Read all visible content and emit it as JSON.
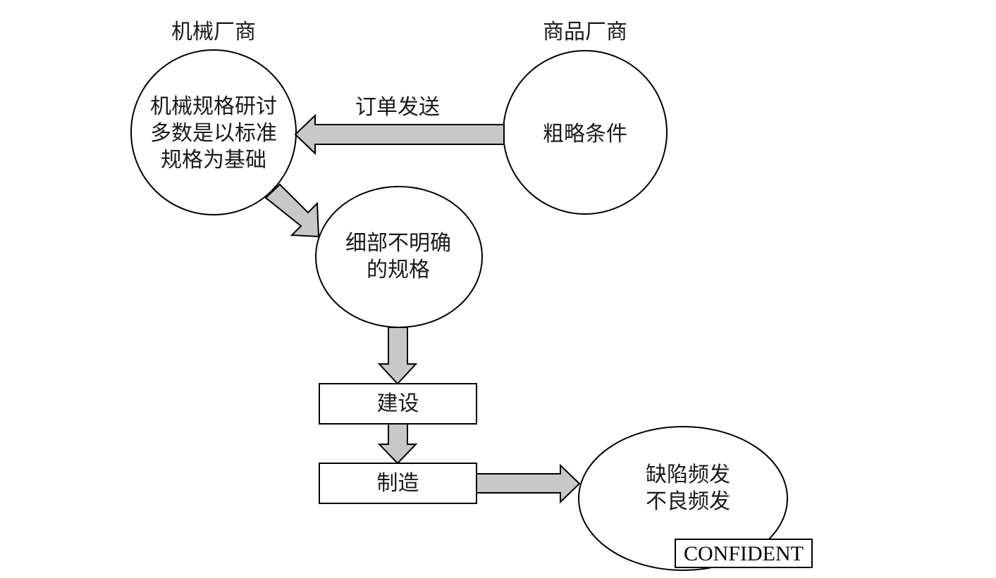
{
  "colors": {
    "arrow_fill": "#c8c8c8",
    "stroke": "#000000",
    "node_fill": "#ffffff",
    "text": "#1a1a1a"
  },
  "actors": {
    "machine_vendor": "机械厂商",
    "goods_vendor": "商品厂商"
  },
  "nodes": {
    "machine_spec": "机械规格研讨\n多数是以标准\n规格为基础",
    "rough_conditions": "粗略条件",
    "unclear_spec": "细部不明确\n的规格",
    "construction": "建设",
    "manufacturing": "制造",
    "defects": "缺陷频发\n不良频发"
  },
  "edges": {
    "order_send_label": "订单发送"
  },
  "stamp": "CONFIDENT"
}
